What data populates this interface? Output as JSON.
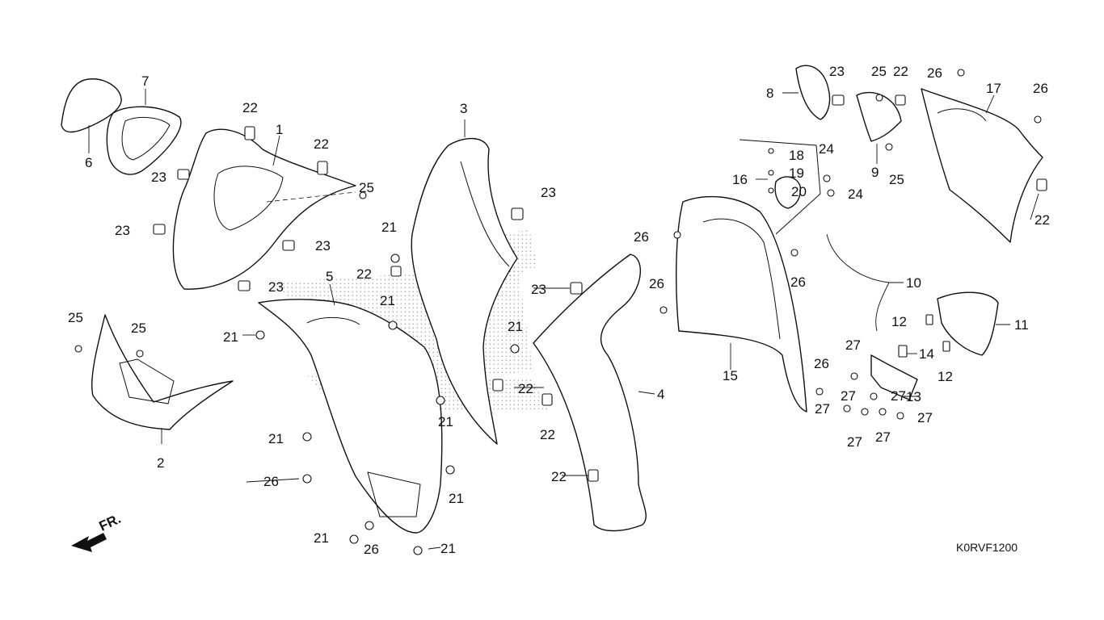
{
  "diagram": {
    "code": "K0RVF1200",
    "front_marker": "FR.",
    "part_labels": [
      {
        "text": "1"
      },
      {
        "text": "2"
      },
      {
        "text": "3"
      },
      {
        "text": "4"
      },
      {
        "text": "5"
      },
      {
        "text": "6"
      },
      {
        "text": "7"
      },
      {
        "text": "8"
      },
      {
        "text": "9"
      },
      {
        "text": "10"
      },
      {
        "text": "11"
      },
      {
        "text": "12"
      },
      {
        "text": "12"
      },
      {
        "text": "13"
      },
      {
        "text": "14"
      },
      {
        "text": "15"
      },
      {
        "text": "16"
      },
      {
        "text": "17"
      },
      {
        "text": "18"
      },
      {
        "text": "19"
      },
      {
        "text": "20"
      },
      {
        "text": "21"
      },
      {
        "text": "21"
      },
      {
        "text": "21"
      },
      {
        "text": "21"
      },
      {
        "text": "21"
      },
      {
        "text": "21"
      },
      {
        "text": "21"
      },
      {
        "text": "21"
      },
      {
        "text": "21"
      },
      {
        "text": "22"
      },
      {
        "text": "22"
      },
      {
        "text": "22"
      },
      {
        "text": "22"
      },
      {
        "text": "22"
      },
      {
        "text": "22"
      },
      {
        "text": "22"
      },
      {
        "text": "22"
      },
      {
        "text": "23"
      },
      {
        "text": "23"
      },
      {
        "text": "23"
      },
      {
        "text": "23"
      },
      {
        "text": "23"
      },
      {
        "text": "23"
      },
      {
        "text": "23"
      },
      {
        "text": "24"
      },
      {
        "text": "24"
      },
      {
        "text": "25"
      },
      {
        "text": "25"
      },
      {
        "text": "25"
      },
      {
        "text": "25"
      },
      {
        "text": "25"
      },
      {
        "text": "26"
      },
      {
        "text": "26"
      },
      {
        "text": "26"
      },
      {
        "text": "26"
      },
      {
        "text": "26"
      },
      {
        "text": "26"
      },
      {
        "text": "26"
      },
      {
        "text": "26"
      },
      {
        "text": "27"
      },
      {
        "text": "27"
      },
      {
        "text": "27"
      },
      {
        "text": "27"
      },
      {
        "text": "27"
      },
      {
        "text": "27"
      },
      {
        "text": "27"
      }
    ]
  }
}
